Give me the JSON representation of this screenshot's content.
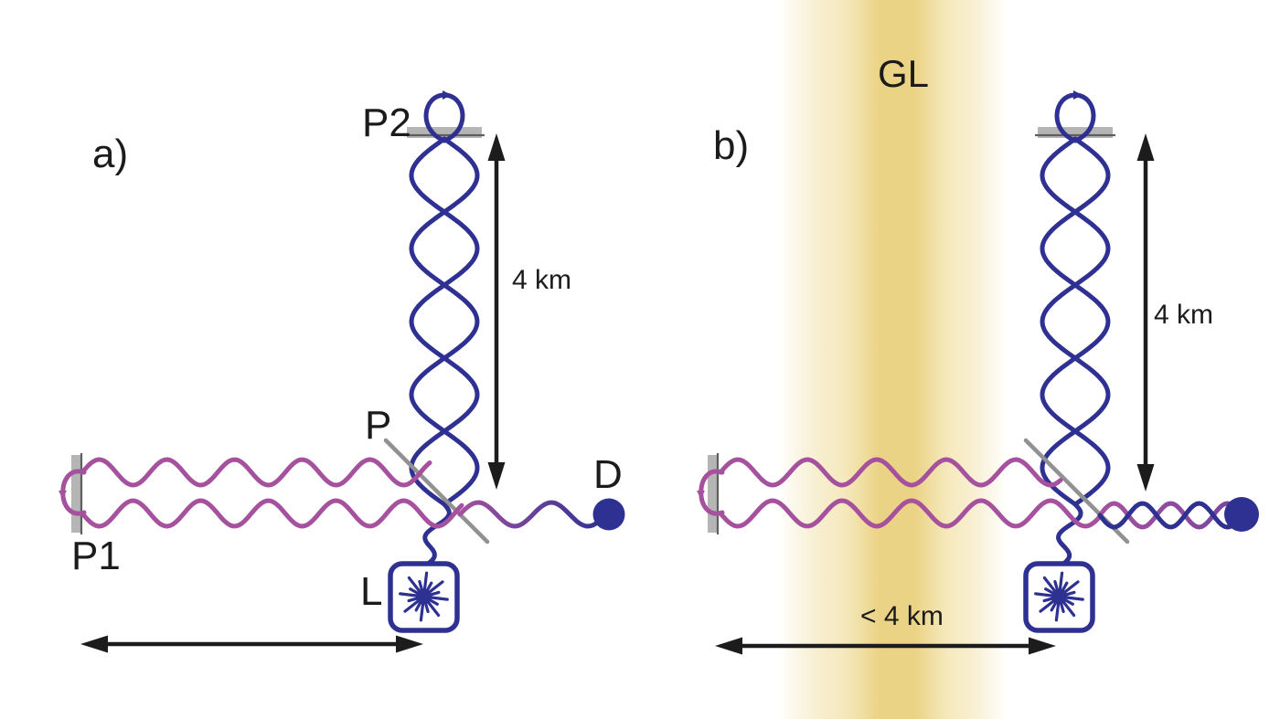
{
  "figure_title": "Michelson interferometer schematic, without (a) and with (b) a passing gravitational wave",
  "labels": {
    "panel_a": "a)",
    "panel_b": "b)",
    "top_mirror": "P2",
    "beam_splitter": "P",
    "left_mirror": "P1",
    "laser": "L",
    "detector": "D",
    "gravitational_wave": "GL",
    "vertical_arm_a": "4 km",
    "vertical_arm_b": "4 km",
    "horizontal_arm_b": "< 4 km"
  },
  "icons": {
    "laser": "laser-starburst-icon",
    "detector": "detector-dot-icon",
    "mirror": "mirror-bar-icon",
    "splitter": "beam-splitter-diagonal-icon",
    "arrows": "double-headed-measure-arrow"
  },
  "colors": {
    "beam_blue": "#2e3192",
    "beam_magenta": "#a5519e",
    "beam_violet": "#7a45a0",
    "mirror_gray": "#b5b5b5",
    "mirror_dark": "#5f5f5f",
    "splitter_gray": "#919191",
    "arrow_black": "#1c1c1c",
    "gw_band_gold": "#ebd385",
    "gw_band_soft": "#f3e3ac"
  }
}
